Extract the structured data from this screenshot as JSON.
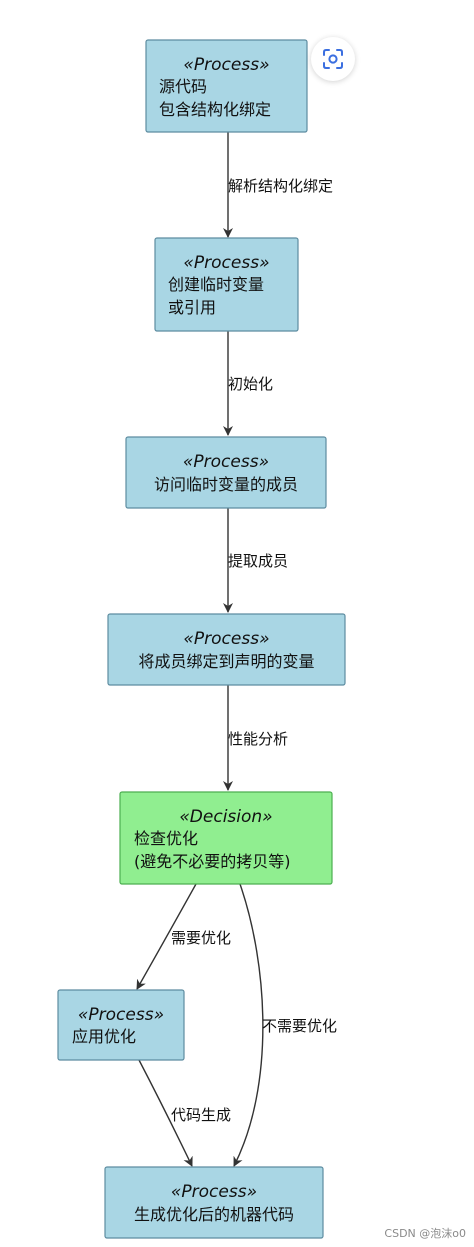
{
  "colors": {
    "process_fill": "#a9d6e4",
    "decision_fill": "#90ee90",
    "decision_stroke": "#4caf50",
    "process_stroke": "#5d8ca0",
    "edge": "#333333",
    "scan_icon": "#3b6fe0"
  },
  "scan_button": {
    "icon": "image-scan-icon"
  },
  "nodes": [
    {
      "id": "source",
      "stereotype": "«Process»",
      "lines": [
        "源代码",
        "包含结构化绑定"
      ],
      "kind": "process"
    },
    {
      "id": "temp_var",
      "stereotype": "«Process»",
      "lines": [
        "创建临时变量",
        "或引用"
      ],
      "kind": "process"
    },
    {
      "id": "access_members",
      "stereotype": "«Process»",
      "lines": [
        "访问临时变量的成员"
      ],
      "kind": "process"
    },
    {
      "id": "bind_members",
      "stereotype": "«Process»",
      "lines": [
        "将成员绑定到声明的变量"
      ],
      "kind": "process"
    },
    {
      "id": "check_opt",
      "stereotype": "«Decision»",
      "lines": [
        "检查优化",
        "(避免不必要的拷贝等)"
      ],
      "kind": "decision"
    },
    {
      "id": "apply_opt",
      "stereotype": "«Process»",
      "lines": [
        "应用优化"
      ],
      "kind": "process"
    },
    {
      "id": "gen_code",
      "stereotype": "«Process»",
      "lines": [
        "生成优化后的机器代码"
      ],
      "kind": "process"
    }
  ],
  "edges": [
    {
      "from": "source",
      "to": "temp_var",
      "label": "解析结构化绑定"
    },
    {
      "from": "temp_var",
      "to": "access_members",
      "label": "初始化"
    },
    {
      "from": "access_members",
      "to": "bind_members",
      "label": "提取成员"
    },
    {
      "from": "bind_members",
      "to": "check_opt",
      "label": "性能分析"
    },
    {
      "from": "check_opt",
      "to": "apply_opt",
      "label": "需要优化"
    },
    {
      "from": "check_opt",
      "to": "gen_code",
      "label": "不需要优化"
    },
    {
      "from": "apply_opt",
      "to": "gen_code",
      "label": "代码生成"
    }
  ],
  "watermark": "CSDN @泡沫o0"
}
